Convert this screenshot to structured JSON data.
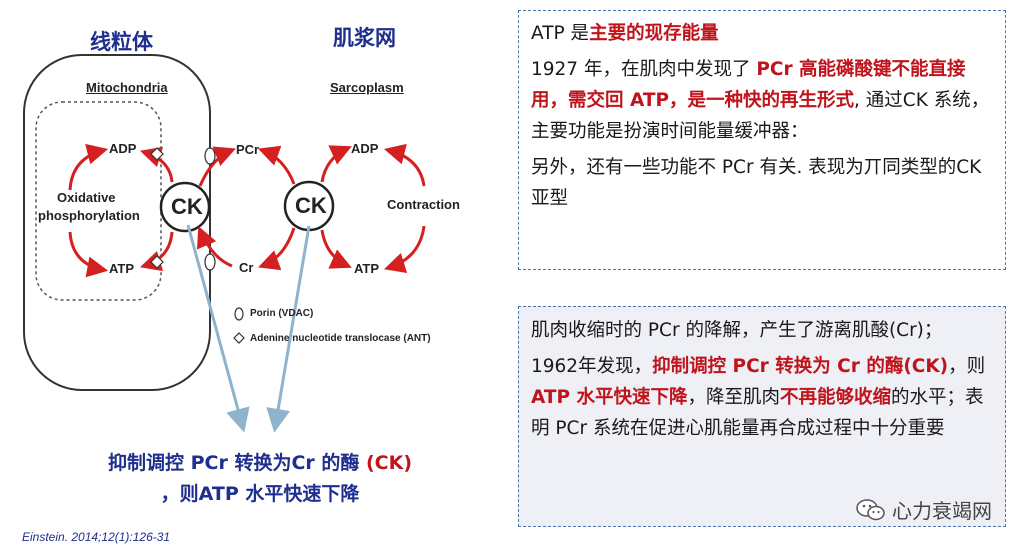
{
  "diagram": {
    "cn_label_left": "线粒体",
    "cn_label_right": "肌浆网",
    "mitochondria_title": "Mitochondria",
    "sarcoplasm_title": "Sarcoplasm",
    "left_adp": "ADP",
    "left_atp": "ATP",
    "oxidative_line1": "Oxidative",
    "oxidative_line2": "phosphorylation",
    "ck_left": "CK",
    "ck_right": "CK",
    "pcr": "PCr",
    "cr": "Cr",
    "right_adp": "ADP",
    "right_atp": "ATP",
    "contraction": "Contraction",
    "legend_porin": "Porin (VDAC)",
    "legend_ant": "Adenine nucleotide translocase (ANT)"
  },
  "caption": {
    "line1_a": "抑制调控 PCr 转换为Cr 的酶 ",
    "line1_b": "(CK)",
    "line2": "，则ATP 水平快速下降"
  },
  "citation": "Einstein. 2014;12(1):126-31",
  "box1": {
    "p1_a": "ATP 是",
    "p1_b": "主要的现存能量",
    "p2_a": "1927 年，在肌肉中发现了 ",
    "p2_b": "PCr 高能磷酸键不能直接用，需交回 ATP，是一种快的再生形式",
    "p2_c": ", 通过CK 系统，主要功能是扮演时间能量缓冲器：",
    "p3": "另外，还有一些功能不 PCr 有关. 表现为丌同类型的CK 亚型"
  },
  "box2": {
    "p1": "肌肉收缩时的 PCr 的降解，产生了游离肌酸(Cr)；",
    "p2_a": "1962年发现，",
    "p2_b": "抑制调控 PCr 转换为 Cr 的酶(CK)",
    "p2_c": "，则 ",
    "p2_d": "ATP 水平快速下降",
    "p2_e": "，降至肌肉",
    "p2_f": "不再能够收缩",
    "p2_g": "的水平；表明 PCr 系统在促进心肌能量再合成过程中十分重要"
  },
  "watermark": "心力衰竭网",
  "colors": {
    "accent_red": "#c0141c",
    "navy": "#1f2f8f",
    "box_border": "#4a78b0",
    "arrow_blue": "#8fb3cc"
  }
}
